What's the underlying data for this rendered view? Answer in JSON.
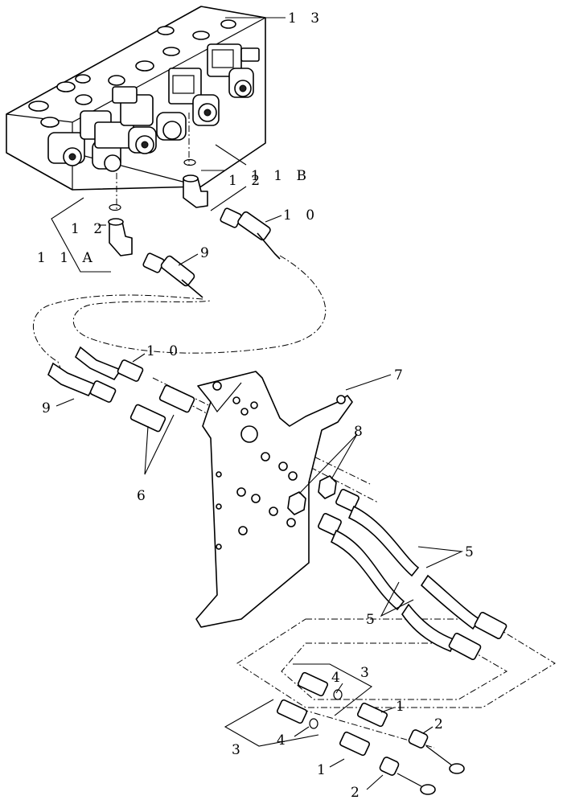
{
  "labels": {
    "l13": "1 3",
    "l11b": "1 1 B",
    "l12_right": "1 2",
    "l10_top": "1 0",
    "l12_left": "1 2",
    "l11a": "1 1 A",
    "l9_top": "9",
    "l10_mid": "1 0",
    "l9_left": "9",
    "l7": "7",
    "l8": "8",
    "l6": "6",
    "l5_right": "5",
    "l5_left": "5",
    "l3_right": "3",
    "l4_right": "4",
    "l1_right": "1",
    "l2_right": "2",
    "l3_left": "3",
    "l4_left": "4",
    "l1_left": "1",
    "l2_left": "2"
  }
}
